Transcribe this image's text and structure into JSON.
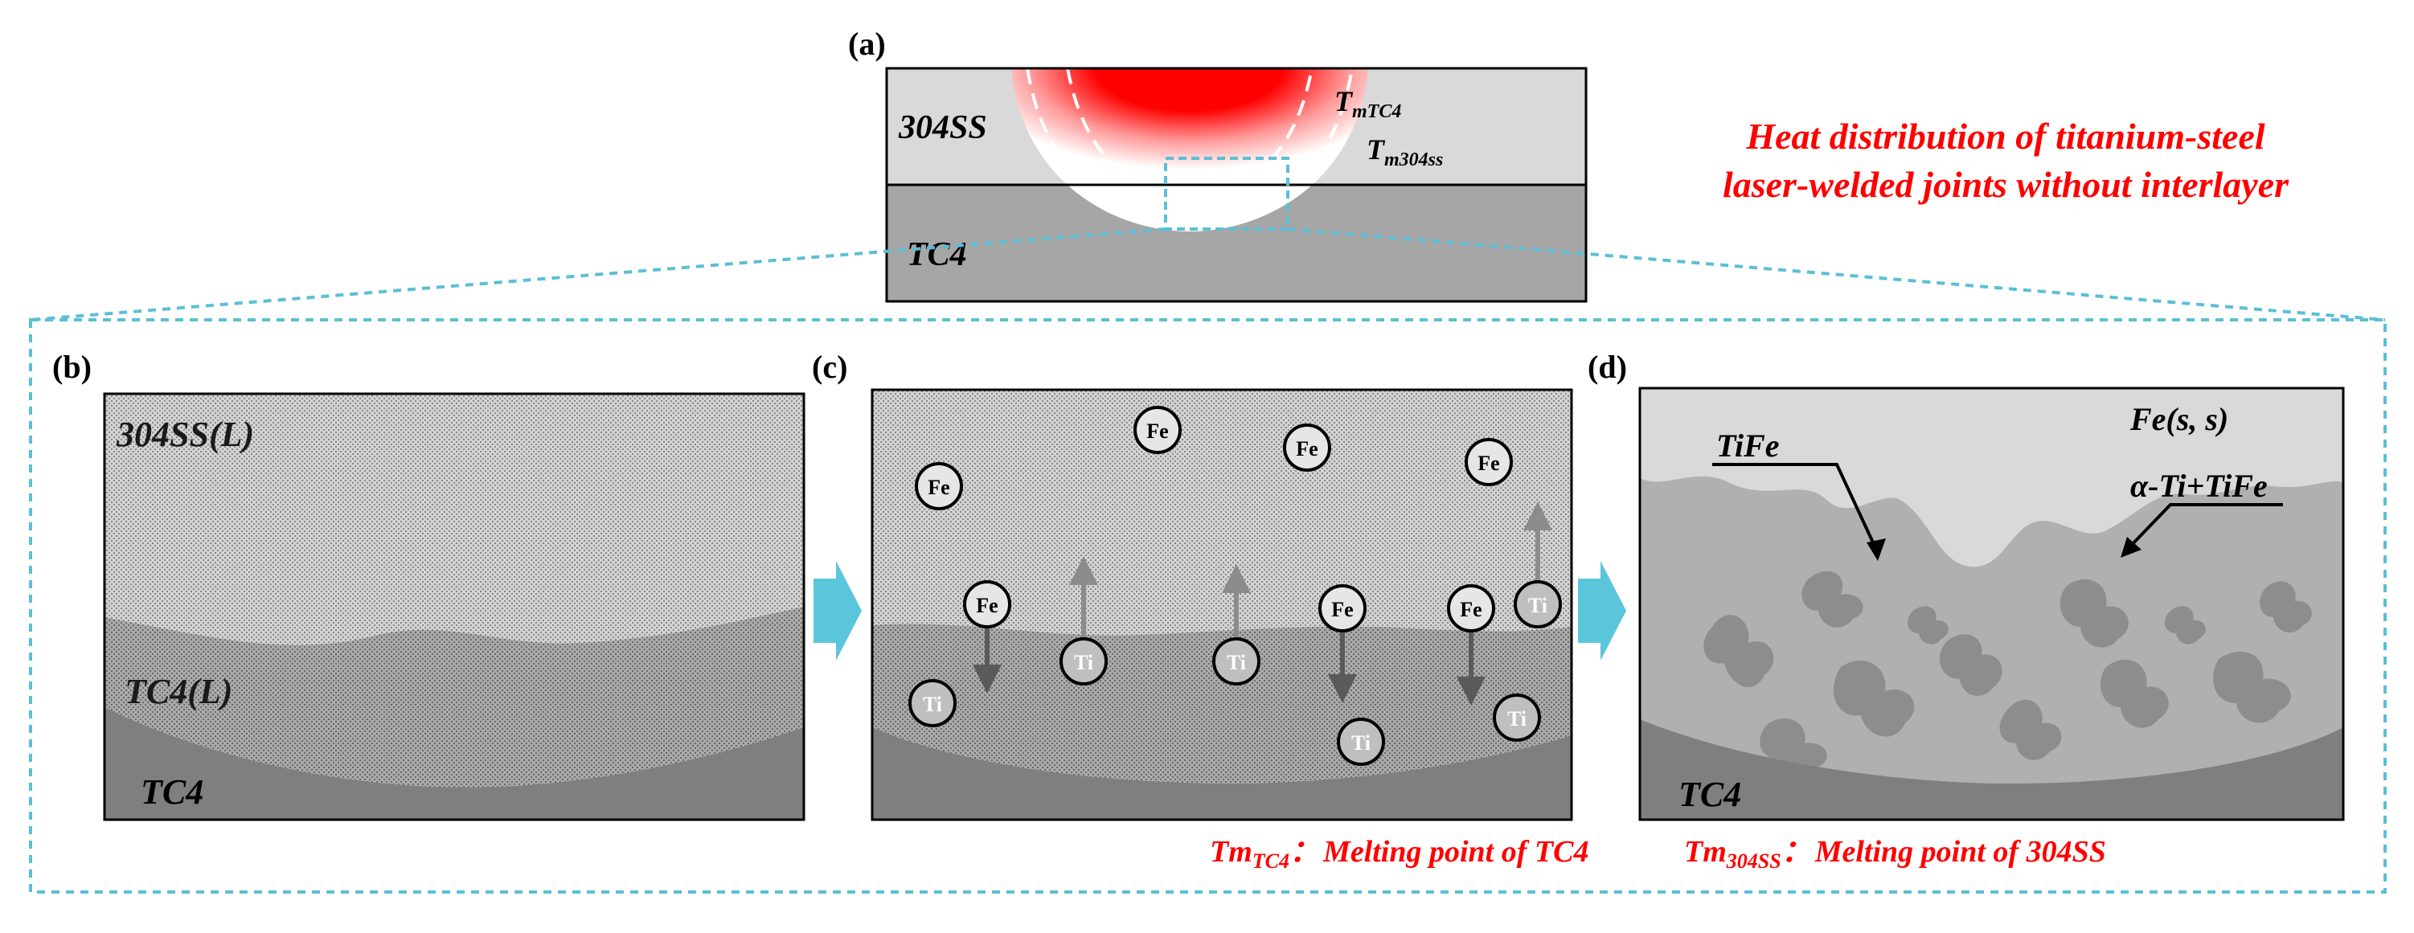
{
  "panel_labels": {
    "a": "(a)",
    "b": "(b)",
    "c": "(c)",
    "d": "(d)"
  },
  "panel_a": {
    "top_material": "304SS",
    "bottom_material": "TC4",
    "isotherm_tc4": {
      "base": "T",
      "sub": "mTC4"
    },
    "isotherm_304": {
      "base": "T",
      "sub": "m304ss"
    }
  },
  "heading": {
    "line1": "Heat distribution of titanium-steel",
    "line2": "laser-welded joints without interlayer",
    "color": "#ff0000"
  },
  "panel_b": {
    "liquid_steel": "304SS(L)",
    "liquid_ti": "TC4(L)",
    "solid_ti": "TC4"
  },
  "panel_c": {
    "fe_label": "Fe",
    "ti_label": "Ti"
  },
  "panel_d": {
    "phase_top": "Fe(s, s)",
    "phase_tife": "TiFe",
    "phase_eutectic": "α-Ti+TiFe",
    "solid_ti": "TC4"
  },
  "footnote": {
    "tc4_base": "Tm",
    "tc4_sub": "TC4",
    "tc4_text": "Melting point of TC4",
    "ss_base": "Tm",
    "ss_sub": "304SS",
    "ss_text": "Melting point of 304SS",
    "separator": "："
  },
  "colors": {
    "accent_red": "#ff0000",
    "dashed_frame": "#5bbfd6",
    "arrow_cyan": "#5bc5dc",
    "ss_gray": "#d9d9d9",
    "ti_gray": "#a6a6a6",
    "dark_gray": "#808080"
  }
}
